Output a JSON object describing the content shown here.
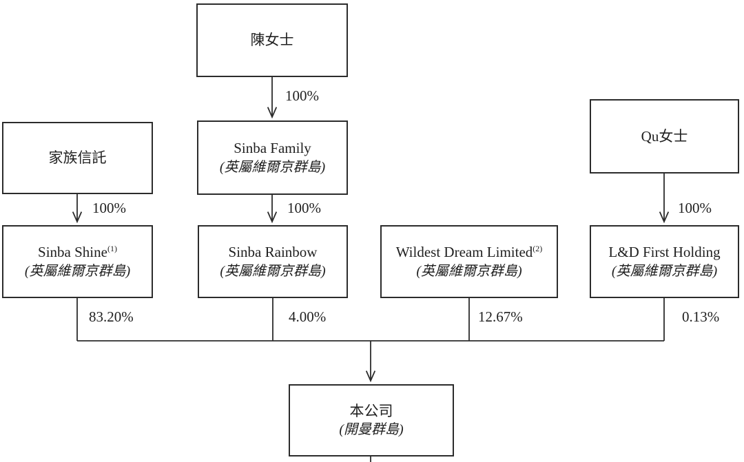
{
  "diagram": {
    "title": "shareholding-structure",
    "line_color": "#2b2b2b",
    "background": "#ffffff",
    "nodes": {
      "chen": {
        "name": "陳女士"
      },
      "family_trust": {
        "name": "家族信託"
      },
      "sinba_family": {
        "name": "Sinba Family",
        "region": "(英屬維爾京群島)"
      },
      "qu": {
        "name": "Qu女士"
      },
      "sinba_shine": {
        "name": "Sinba Shine",
        "sup": "(1)",
        "region": "(英屬維爾京群島)"
      },
      "sinba_rainbow": {
        "name": "Sinba Rainbow",
        "region": "(英屬維爾京群島)"
      },
      "wildest_dream": {
        "name": "Wildest Dream Limited",
        "sup": "(2)",
        "region": "(英屬維爾京群島)"
      },
      "ld_first_holding": {
        "name": "L&D First Holding",
        "region": "(英屬維爾京群島)"
      },
      "company": {
        "name": "本公司",
        "region": "(開曼群島)"
      }
    },
    "edges": {
      "chen_to_sinba_family": {
        "label": "100%"
      },
      "family_trust_to_sinba_shine": {
        "label": "100%"
      },
      "sinba_family_to_sinba_rainbow": {
        "label": "100%"
      },
      "qu_to_ld_first_holding": {
        "label": "100%"
      },
      "sinba_shine_to_company": {
        "label": "83.20%"
      },
      "sinba_rainbow_to_company": {
        "label": "4.00%"
      },
      "wildest_dream_to_company": {
        "label": "12.67%"
      },
      "ld_first_holding_to_company": {
        "label": "0.13%"
      }
    }
  }
}
